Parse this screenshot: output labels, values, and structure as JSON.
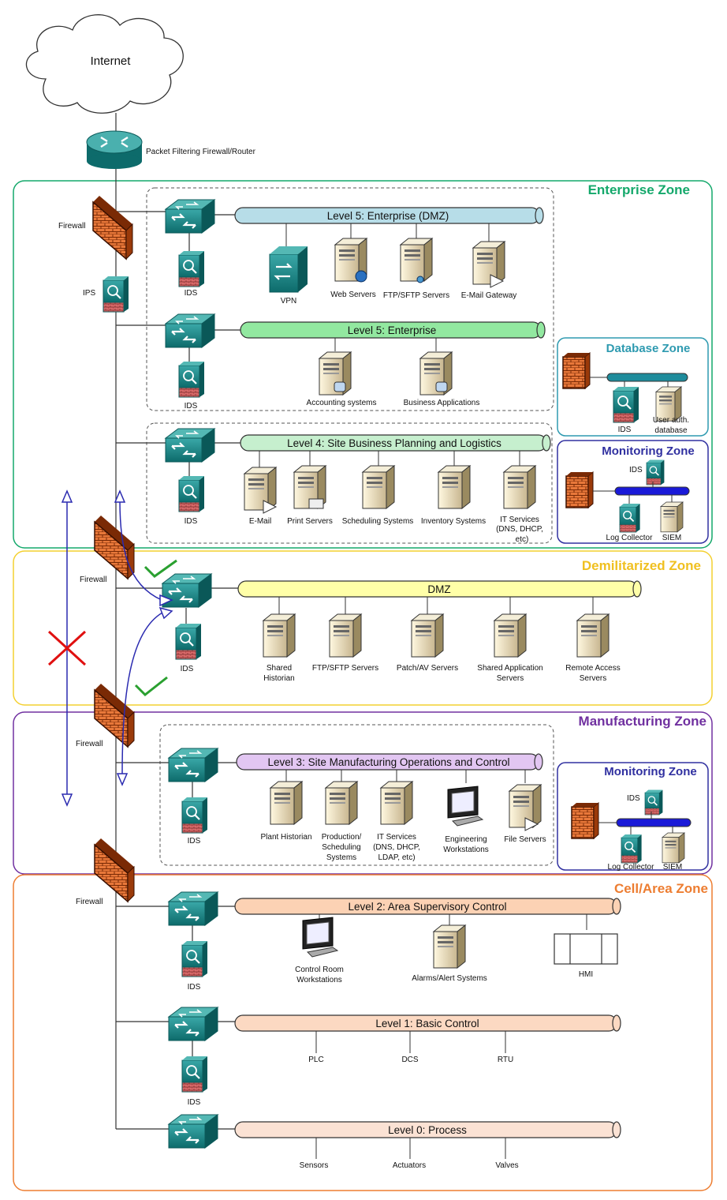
{
  "internet": "Internet",
  "router": "Packet Filtering Firewall/Router",
  "zones": {
    "enterprise": {
      "title": "Enterprise Zone",
      "color": "#14a86b"
    },
    "dmz": {
      "title": "Demilitarized Zone",
      "color": "#f0c020"
    },
    "manufacturing": {
      "title": "Manufacturing Zone",
      "color": "#7030a0"
    },
    "cell": {
      "title": "Cell/Area Zone",
      "color": "#ed7d31"
    },
    "database": {
      "title": "Database Zone",
      "color": "#2e9ab0"
    },
    "monitoring": {
      "title": "Monitoring Zone",
      "color": "#3030a0"
    }
  },
  "labels": {
    "firewall": "Firewall",
    "ips": "IPS",
    "ids": "IDS",
    "vpn": "VPN",
    "log_collector": "Log Collector",
    "siem": "SIEM"
  },
  "buses": {
    "l5dmz": "Level 5: Enterprise (DMZ)",
    "l5": "Level 5: Enterprise",
    "l4": "Level 4: Site Business Planning and Logistics",
    "dmz": "DMZ",
    "l3": "Level 3: Site Manufacturing Operations and Control",
    "l2": "Level 2: Area Supervisory Control",
    "l1": "Level 1: Basic Control",
    "l0": "Level 0: Process"
  },
  "devices": {
    "l5dmz": [
      "Web Servers",
      "FTP/SFTP Servers",
      "E-Mail Gateway"
    ],
    "l5": [
      "Accounting systems",
      "Business Applications"
    ],
    "l4": [
      "E-Mail",
      "Print Servers",
      "Scheduling Systems",
      "Inventory Systems",
      [
        "IT Services",
        "(DNS, DHCP,",
        "etc)"
      ]
    ],
    "db_user_auth": [
      "User auth.",
      "database"
    ],
    "dmz": [
      [
        "Shared",
        "Historian"
      ],
      [
        "FTP/SFTP Servers"
      ],
      [
        "Patch/AV Servers"
      ],
      [
        "Shared Application",
        "Servers"
      ],
      [
        "Remote Access",
        "Servers"
      ]
    ],
    "l3": [
      [
        "Plant Historian"
      ],
      [
        "Production/",
        "Scheduling",
        "Systems"
      ],
      [
        "IT Services",
        "(DNS, DHCP,",
        "LDAP, etc)"
      ],
      [
        "Engineering",
        "Workstations"
      ],
      [
        "File Servers"
      ]
    ],
    "l2": [
      [
        "Control Room",
        "Workstations"
      ],
      [
        "Alarms/Alert Systems"
      ],
      [
        "HMI"
      ]
    ],
    "l1": [
      "PLC",
      "DCS",
      "RTU"
    ],
    "l0": [
      "Sensors",
      "Actuators",
      "Valves"
    ]
  }
}
